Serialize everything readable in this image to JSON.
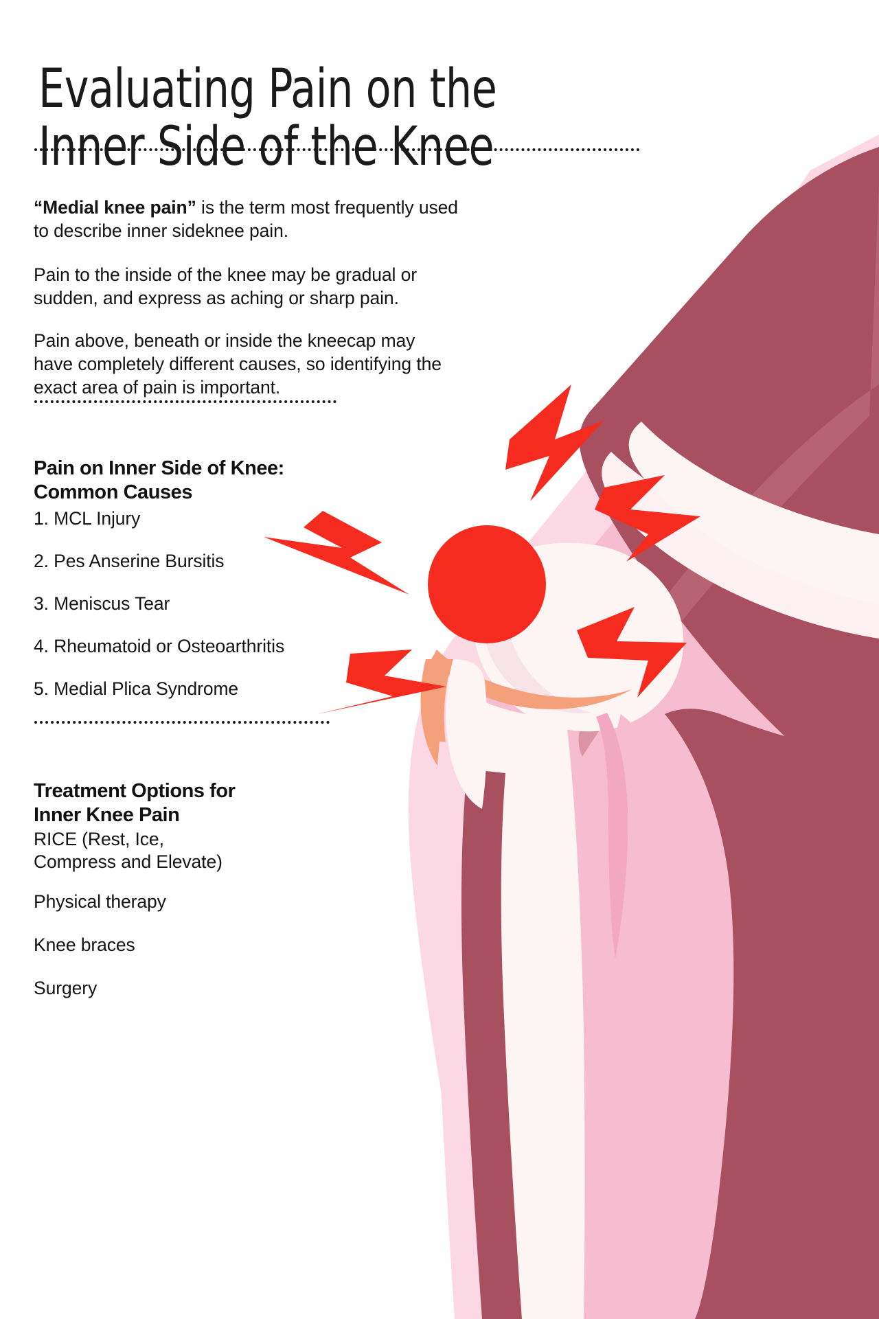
{
  "title": {
    "line1": "Evaluating Pain on the",
    "line2": "Inner Side of the Knee"
  },
  "intro": {
    "p1_bold": "“Medial knee pain”",
    "p1_rest": " is the term most frequently used to describe inner sideknee pain.",
    "p2": "Pain to the inside of the knee may be gradual or sudden, and express as aching or sharp pain.",
    "p3": "Pain above, beneath or inside the kneecap may have completely different causes, so identifying the exact area of pain is important."
  },
  "causes": {
    "heading_line1": "Pain on Inner Side of Knee:",
    "heading_line2": "Common Causes",
    "items": [
      "1. MCL Injury",
      "2. Pes Anserine Bursitis",
      "3. Meniscus Tear",
      "4. Rheumatoid or Osteoarthritis",
      "5. Medial Plica Syndrome"
    ]
  },
  "treatment": {
    "heading_line1": "Treatment Options for",
    "heading_line2": "Inner Knee Pain",
    "items": [
      "RICE (Rest, Ice,\nCompress and Elevate)",
      "Physical therapy",
      "Knee braces",
      "Surgery"
    ]
  },
  "illustration": {
    "name": "knee-anatomy-diagram",
    "description": "Side view cross-section of a flexed knee showing skin, muscle, femur, tibia, patella, cartilage with red pain bolts and a red pain marker circle",
    "colors": {
      "skin_light": "#fbd8e3",
      "skin_mid": "#f6bdd0",
      "skin_deep": "#f1a8c0",
      "muscle": "#a8505f",
      "muscle_light": "#c4737f",
      "bone": "#fdf4f4",
      "bone_shadow": "#f7e4e8",
      "cartilage": "#f4a07a",
      "pain_red": "#f42b1e",
      "marker_red": "#f42b1e"
    },
    "pain_bolts": 4,
    "pain_marker": "red-circle"
  }
}
